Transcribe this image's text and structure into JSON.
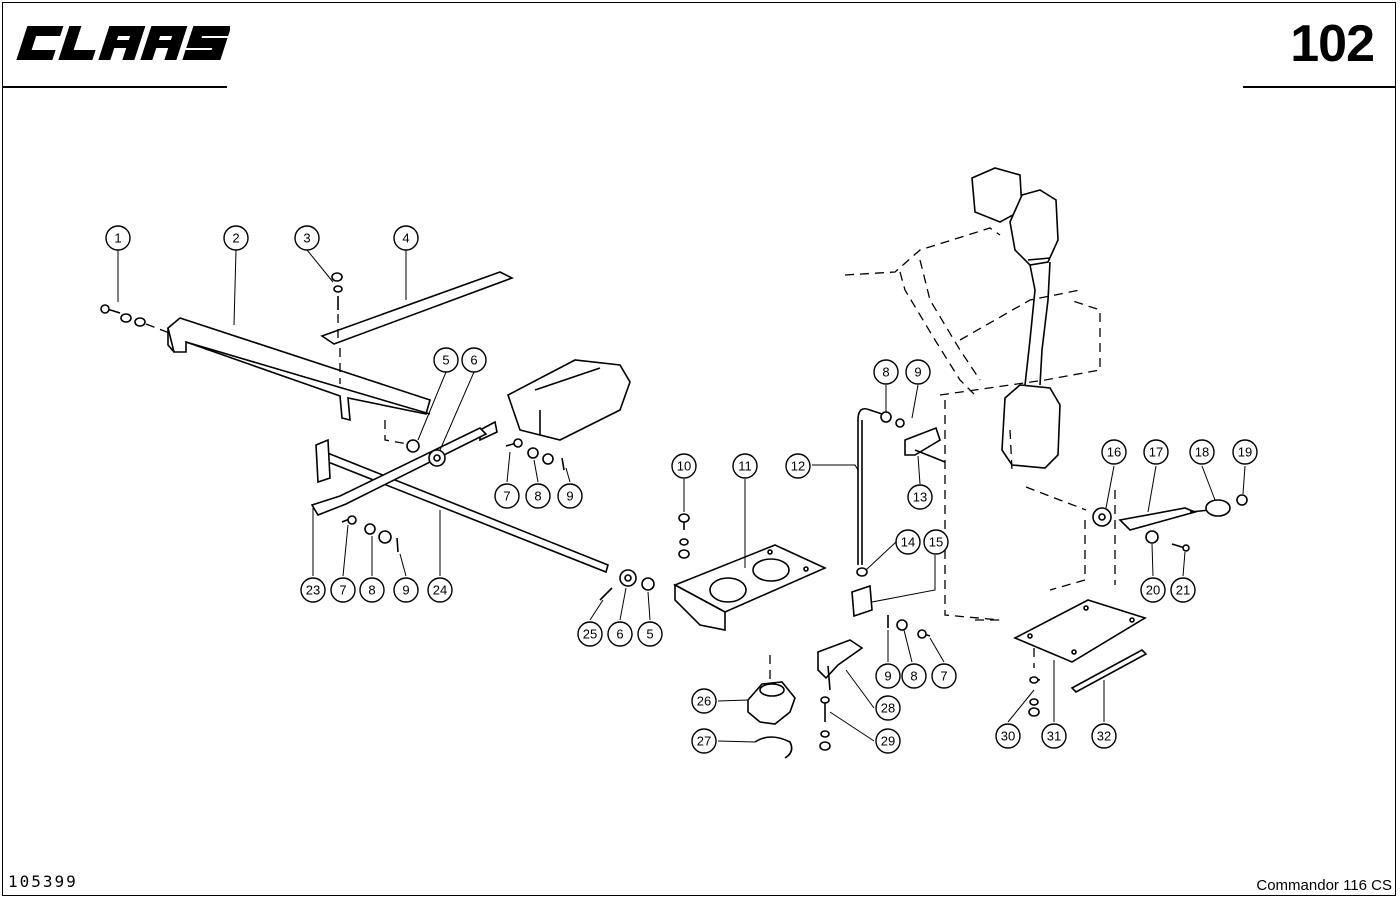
{
  "header": {
    "brand_logo_text": "CLAAS",
    "page_number": "102"
  },
  "footer": {
    "document_number": "105399",
    "model_name": "Commandor 116 CS"
  },
  "callouts": [
    "1",
    "2",
    "3",
    "4",
    "5",
    "6",
    "5",
    "6",
    "7",
    "8",
    "9",
    "7",
    "8",
    "9",
    "8",
    "9",
    "10",
    "11",
    "12",
    "13",
    "14",
    "15",
    "9",
    "8",
    "7",
    "16",
    "17",
    "18",
    "19",
    "20",
    "21",
    "23",
    "24",
    "25",
    "26",
    "27",
    "28",
    "29",
    "30",
    "31",
    "32"
  ]
}
